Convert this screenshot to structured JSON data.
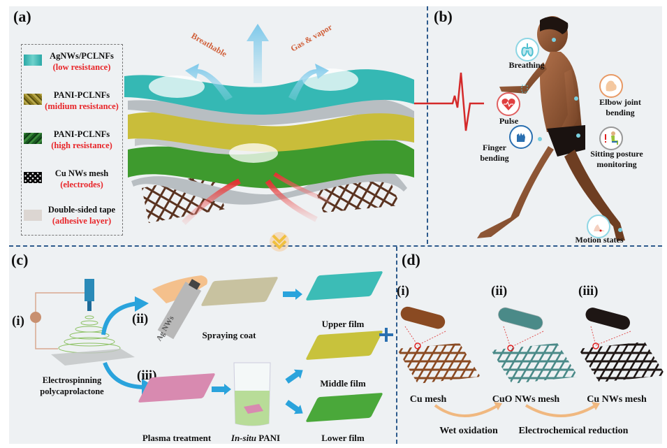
{
  "panels": {
    "a": {
      "label": "(a)",
      "legend": [
        {
          "name": "AgNWs/PCLNFs",
          "desc": "(low resistance)",
          "color": "#3bbcb8"
        },
        {
          "name": "PANI-PCLNFs",
          "desc": "(midium resistance)",
          "color": "#9a8a2a"
        },
        {
          "name": "PANI-PCLNFs",
          "desc": "(high resistance)",
          "color": "#1f6e2a"
        },
        {
          "name": "Cu NWs mesh",
          "desc": "(electrodes)",
          "color": "#1a1a1a"
        },
        {
          "name": "Double-sided tape",
          "desc": "(adhesive layer)",
          "color": "#dcd6d2"
        }
      ],
      "annotations": {
        "breathable": "Breathable",
        "gas_vapor": "Gas & vapor"
      },
      "layer_colors": {
        "upper": "#35b8b4",
        "middle": "#c9bd3a",
        "lower": "#3e9a2e",
        "mesh": "#5a3320",
        "tape": "#b8bec2"
      }
    },
    "b": {
      "label": "(b)",
      "monitoring": [
        {
          "label": "Breathing",
          "icon": "lungs-icon",
          "color": "#4fc0d0"
        },
        {
          "label": "Pulse",
          "icon": "heart-icon",
          "color": "#e04040"
        },
        {
          "label": "Finger bending",
          "icon": "hand-icon",
          "color": "#2a6fb0"
        },
        {
          "label": "Elbow joint bending",
          "icon": "arm-icon",
          "color": "#e08a50"
        },
        {
          "label": "Sitting posture monitoring",
          "icon": "sitting-person-icon",
          "color": "#888888"
        },
        {
          "label": "Motion states",
          "icon": "foot-icon",
          "color": "#4fc0d0"
        }
      ]
    },
    "c": {
      "label": "(c)",
      "steps": {
        "i": "(i)",
        "ii": "(ii)",
        "iii": "(iii)"
      },
      "electrospinning": "Electrospinning polycaprolactone",
      "spray_can_label": "Ag NWs",
      "spraying_coat": "Spraying coat",
      "plasma_treatment": "Plasma treatment",
      "insitu_italic": "In-situ",
      "insitu_rest": " PANI",
      "films": [
        {
          "label": "Upper film",
          "color": "#3cbcb6"
        },
        {
          "label": "Middle film",
          "color": "#c8c23c"
        },
        {
          "label": "Lower film",
          "color": "#4aa83a"
        }
      ]
    },
    "d": {
      "label": "(d)",
      "stages": [
        {
          "numeral": "(i)",
          "label": "Cu mesh",
          "color": "#8a4a22"
        },
        {
          "numeral": "(ii)",
          "label": "CuO NWs mesh",
          "color": "#4a8a88"
        },
        {
          "numeral": "(iii)",
          "label": "Cu NWs mesh",
          "color": "#1e1614"
        }
      ],
      "processes": [
        "Wet oxidation",
        "Electrochemical reduction"
      ]
    }
  },
  "colors": {
    "divider": "#2d5a8c",
    "flow_arrow": "#2aa3dc",
    "warm_arrow": "#f0b880"
  }
}
